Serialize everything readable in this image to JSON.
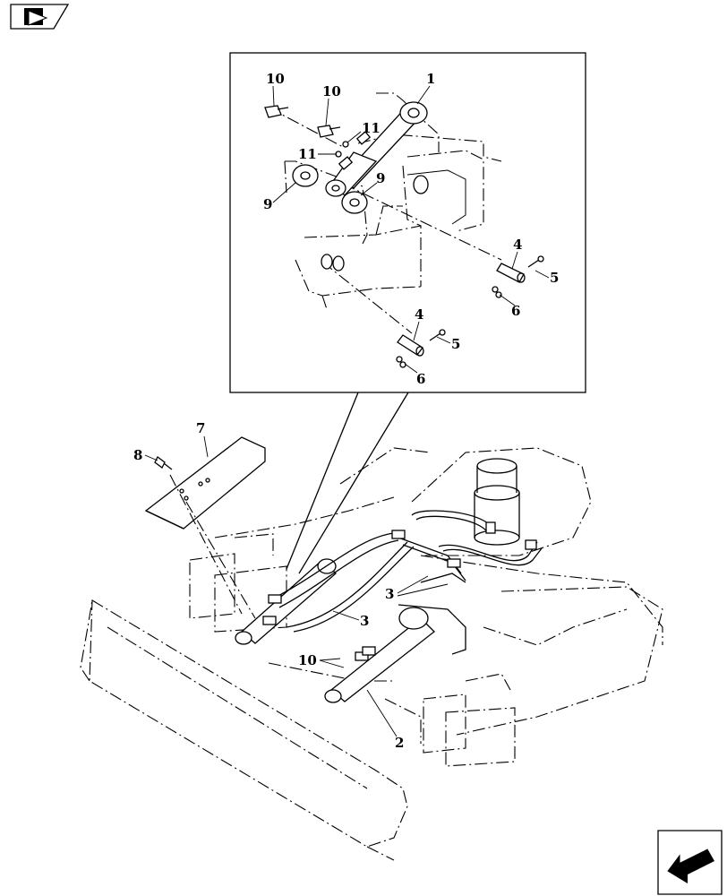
{
  "nav": {
    "top_icon": "book-arrow-icon",
    "bottom_icon": "return-arrow-icon"
  },
  "callouts": {
    "c1": "1",
    "c2": "2",
    "c3a": "3",
    "c3b": "3",
    "c4a": "4",
    "c4b": "4",
    "c5a": "5",
    "c5b": "5",
    "c6a": "6",
    "c6b": "6",
    "c7": "7",
    "c8": "8",
    "c9a": "9",
    "c9b": "9",
    "c10a": "10",
    "c10b": "10",
    "c10c": "10",
    "c11a": "11",
    "c11b": "11"
  }
}
